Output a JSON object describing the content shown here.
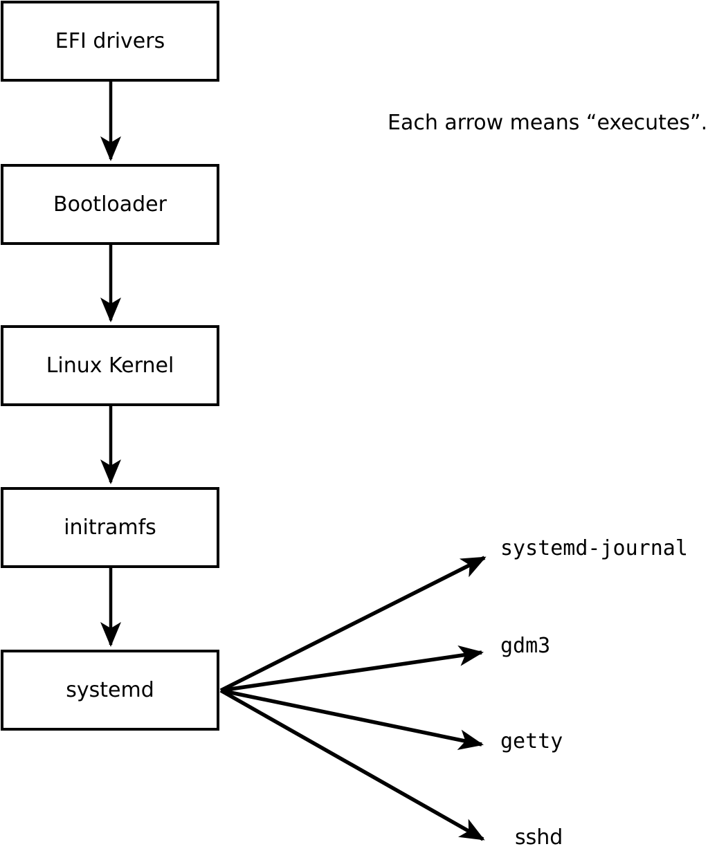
{
  "note": {
    "text": "Each arrow means “executes”."
  },
  "boxes": [
    {
      "id": "efi-drivers",
      "label": "EFI drivers"
    },
    {
      "id": "bootloader",
      "label": "Bootloader"
    },
    {
      "id": "linux-kernel",
      "label": "Linux Kernel"
    },
    {
      "id": "initramfs",
      "label": "initramfs"
    },
    {
      "id": "systemd",
      "label": "systemd"
    }
  ],
  "processes": [
    {
      "id": "systemd-journal",
      "label": "systemd-journal"
    },
    {
      "id": "gdm3",
      "label": "gdm3"
    },
    {
      "id": "getty",
      "label": "getty"
    },
    {
      "id": "sshd",
      "label": "sshd"
    }
  ],
  "edges": {
    "meaning": "executes",
    "chain": [
      "EFI drivers > Bootloader",
      "Bootloader > Linux Kernel",
      "Linux Kernel > initramfs",
      "initramfs > systemd"
    ],
    "fanout": [
      "systemd > systemd-journal",
      "systemd > gdm3",
      "systemd > getty",
      "systemd > sshd"
    ]
  },
  "colors": {
    "line": "#000000",
    "background": "#ffffff"
  }
}
